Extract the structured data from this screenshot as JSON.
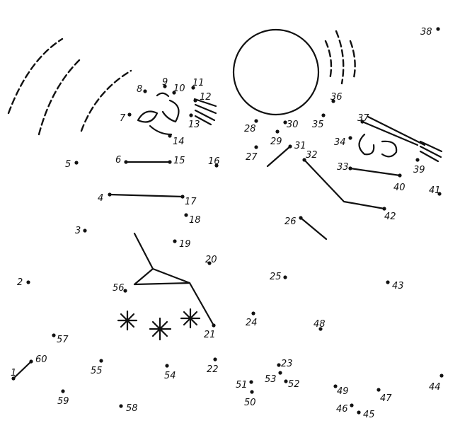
{
  "puzzle": {
    "type": "connect-the-dots",
    "colors": {
      "ink": "#111111",
      "background": "#ffffff"
    },
    "dots": [
      {
        "n": 1
      },
      {
        "n": 2
      },
      {
        "n": 3
      },
      {
        "n": 4
      },
      {
        "n": 5
      },
      {
        "n": 6
      },
      {
        "n": 7
      },
      {
        "n": 8
      },
      {
        "n": 9
      },
      {
        "n": 10
      },
      {
        "n": 11
      },
      {
        "n": 12
      },
      {
        "n": 13
      },
      {
        "n": 14
      },
      {
        "n": 15
      },
      {
        "n": 16
      },
      {
        "n": 17
      },
      {
        "n": 18
      },
      {
        "n": 19
      },
      {
        "n": 20
      },
      {
        "n": 21
      },
      {
        "n": 22
      },
      {
        "n": 23
      },
      {
        "n": 24
      },
      {
        "n": 25
      },
      {
        "n": 26
      },
      {
        "n": 27
      },
      {
        "n": 28
      },
      {
        "n": 29
      },
      {
        "n": 30
      },
      {
        "n": 31
      },
      {
        "n": 32
      },
      {
        "n": 33
      },
      {
        "n": 34
      },
      {
        "n": 35
      },
      {
        "n": 36
      },
      {
        "n": 37
      },
      {
        "n": 38
      },
      {
        "n": 39
      },
      {
        "n": 40
      },
      {
        "n": 41
      },
      {
        "n": 42
      },
      {
        "n": 43
      },
      {
        "n": 44
      },
      {
        "n": 45
      },
      {
        "n": 46
      },
      {
        "n": 47
      },
      {
        "n": 48
      },
      {
        "n": 49
      },
      {
        "n": 50
      },
      {
        "n": 51
      },
      {
        "n": 52
      },
      {
        "n": 53
      },
      {
        "n": 54
      },
      {
        "n": 55
      },
      {
        "n": 56
      },
      {
        "n": 57
      },
      {
        "n": 58
      },
      {
        "n": 59
      },
      {
        "n": 60
      }
    ]
  }
}
